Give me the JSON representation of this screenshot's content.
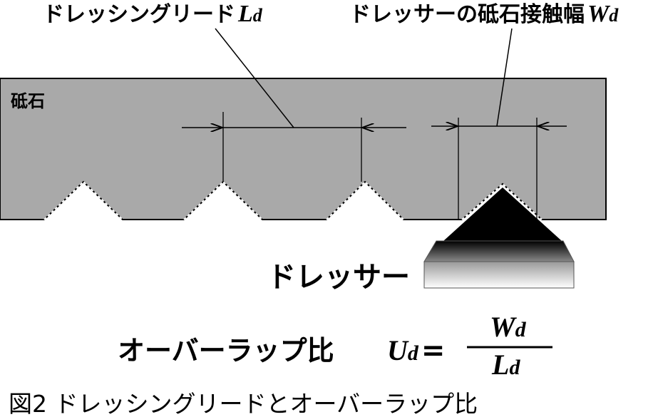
{
  "labels": {
    "dressing_lead": "ドレッシングリード",
    "dressing_lead_symbol": "L",
    "dressing_lead_sub": "d",
    "contact_width": "ドレッサーの砥石接触幅",
    "contact_width_symbol": "W",
    "contact_width_sub": "d",
    "wheel": "砥石",
    "dresser": "ドレッサー"
  },
  "formula": {
    "name": "オーバーラップ比",
    "lhs": "U",
    "lhs_sub": "d",
    "equals": "=",
    "numerator": "W",
    "numerator_sub": "d",
    "denominator": "L",
    "denominator_sub": "d"
  },
  "caption": "図2  ドレッシングリードとオーバーラップ比",
  "colors": {
    "wheel": "#a9a9a9",
    "dresser_tip": "#000000"
  }
}
